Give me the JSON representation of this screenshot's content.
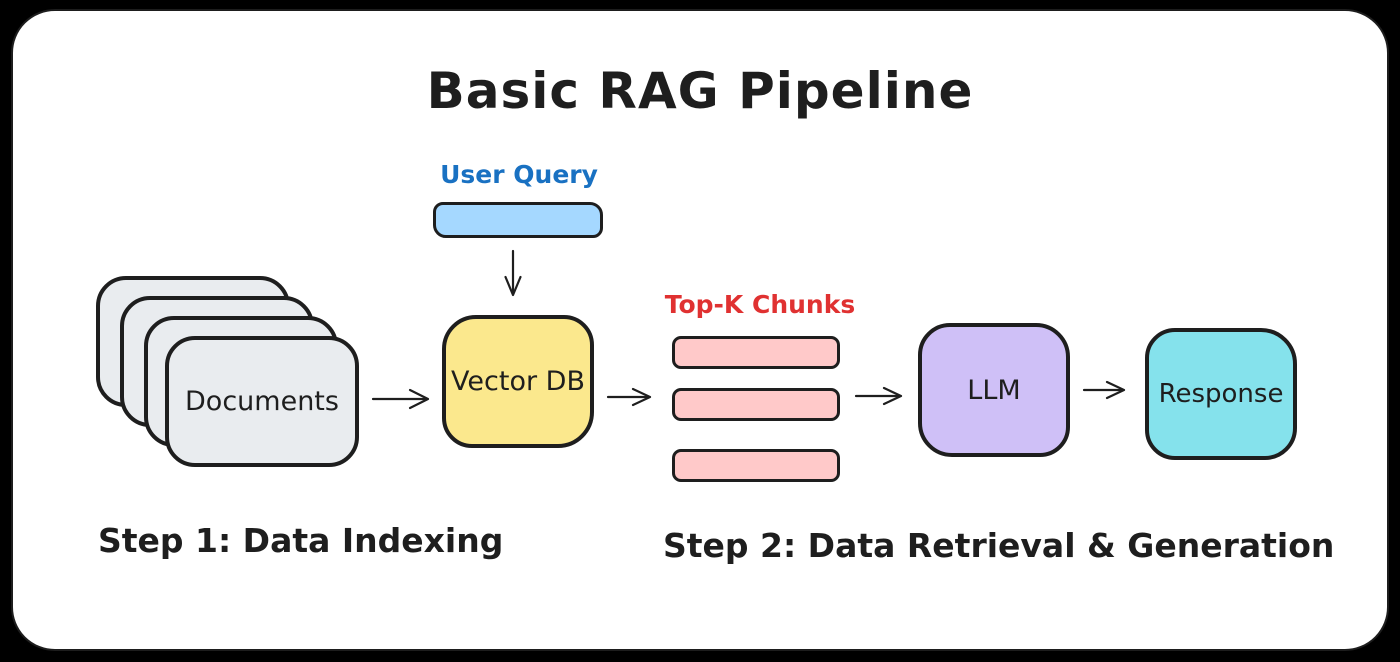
{
  "title": {
    "text": "Basic RAG Pipeline",
    "color": "#1e1e1e"
  },
  "canvas": {
    "background": "#000000",
    "surface": "#ffffff",
    "stroke": "#1e1e1e"
  },
  "nodes": {
    "user_query": {
      "label": "User Query",
      "label_color": "#1971c2",
      "fill": "#a5d8ff",
      "border": "#1e1e1e"
    },
    "documents": {
      "label": "Documents",
      "fill": "#e9ecef",
      "border": "#1e1e1e",
      "card_count": 4
    },
    "vector_db": {
      "label": "Vector DB",
      "fill": "#fbe88d",
      "border": "#1e1e1e"
    },
    "top_k_chunks": {
      "label": "Top-K Chunks",
      "label_color": "#e03131",
      "fill": "#ffc9c9",
      "border": "#1e1e1e",
      "bar_count": 3
    },
    "llm": {
      "label": "LLM",
      "fill": "#cfc0f7",
      "border": "#1e1e1e"
    },
    "response": {
      "label": "Response",
      "fill": "#85e2ec",
      "border": "#1e1e1e"
    }
  },
  "captions": {
    "step1": "Step 1: Data Indexing",
    "step2": "Step 2: Data Retrieval & Generation"
  }
}
